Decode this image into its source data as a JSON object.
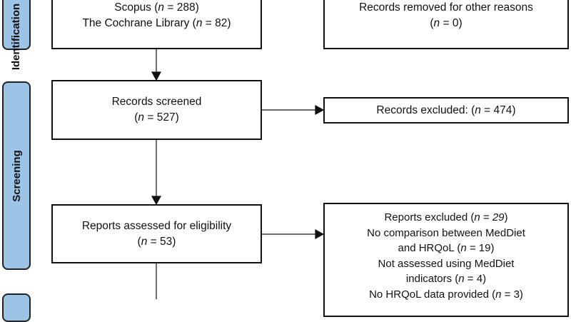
{
  "phases": {
    "identification": "Identification",
    "screening": "Screening",
    "included": ""
  },
  "identification_box": {
    "line1_label": "Scopus (",
    "line1_n": "288",
    "line2_label": "The Cochrane Library (",
    "line2_n": "82"
  },
  "removed_box": {
    "label": "Records removed for other reasons",
    "n": "0"
  },
  "screened_box": {
    "label": "Records screened",
    "n": "527"
  },
  "excluded_box": {
    "label": "Records excluded: (",
    "n": "474"
  },
  "assessed_box": {
    "label": "Reports assessed for eligibility",
    "n": "53"
  },
  "reports_excluded_box": {
    "title": "Reports excluded (",
    "n": "29",
    "reasons": [
      {
        "l1": "No comparison between MedDiet",
        "l2": "and HRQoL (",
        "n": "19"
      },
      {
        "l1": "Not assessed using MedDiet",
        "l2": "indicators (",
        "n": "4"
      },
      {
        "l1": "",
        "l2": "No HRQoL data provided (",
        "n": "3"
      }
    ]
  },
  "n_symbol": "n",
  "eq": " = "
}
